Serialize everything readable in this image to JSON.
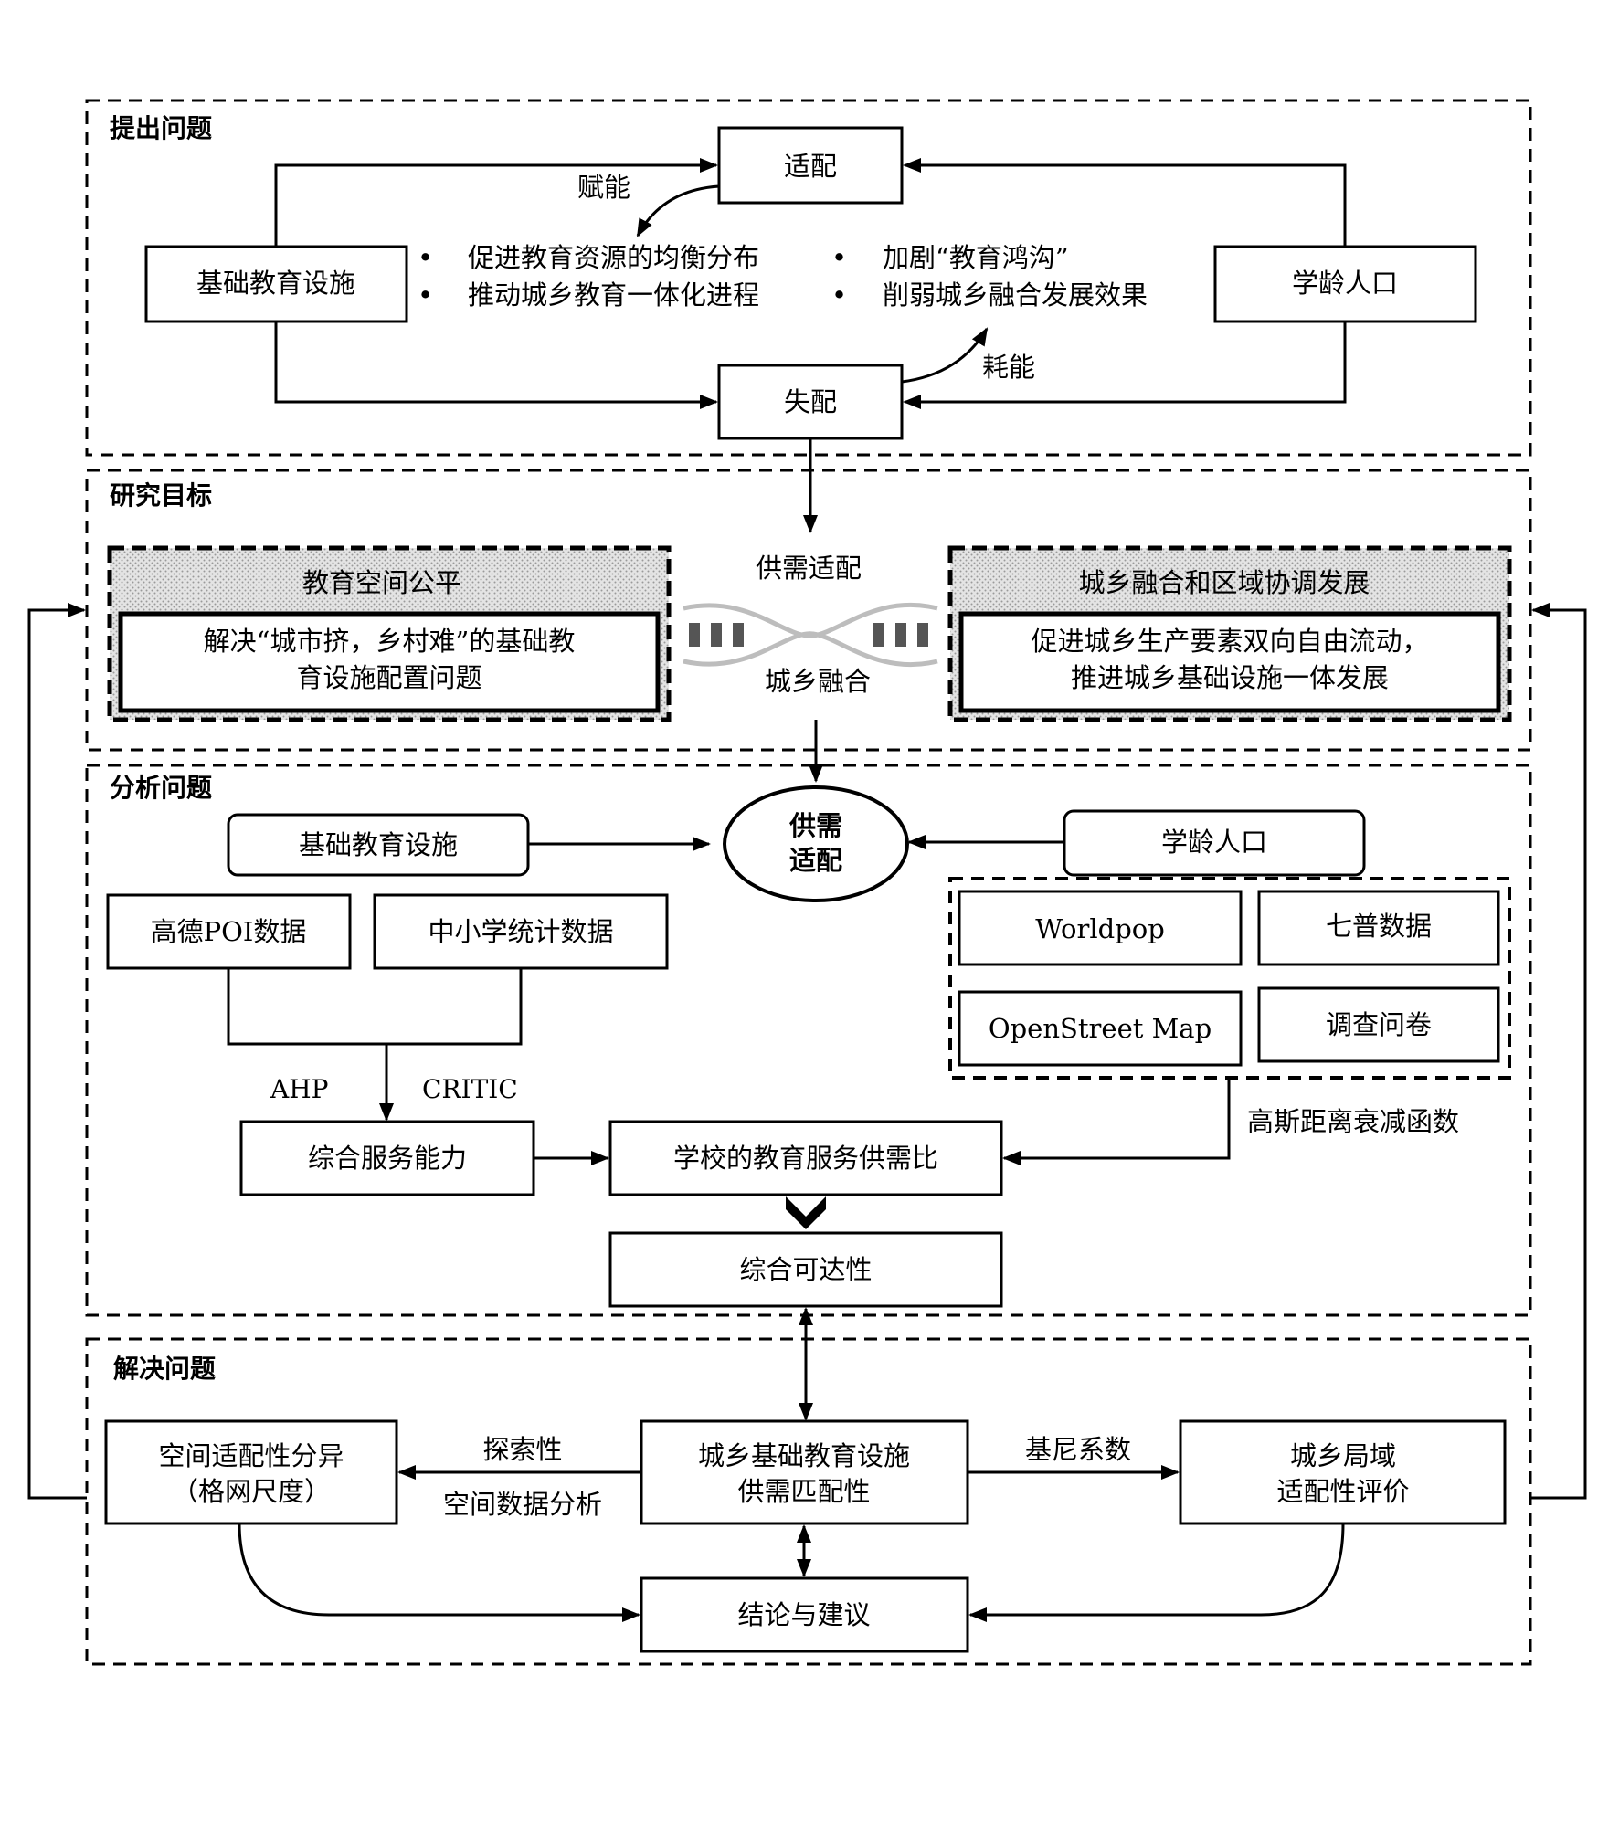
{
  "sections": {
    "s1": "提出问题",
    "s2": "研究目标",
    "s3": "分析问题",
    "s4": "解决问题"
  },
  "s1": {
    "match": "适配",
    "mismatch": "失配",
    "facility": "基础教育设施",
    "population": "学龄人口",
    "empower": "赋能",
    "consume": "耗能",
    "bullet": "•",
    "pos1": "促进教育资源的均衡分布",
    "pos2": "推动城乡教育一体化进程",
    "neg1": "加剧“教育鸿沟”",
    "neg2": "削弱城乡融合发展效果"
  },
  "s2": {
    "left_title": "教育空间公平",
    "left_body1": "解决“城市挤，乡村难”的基础教",
    "left_body2": "育设施配置问题",
    "right_title": "城乡融合和区域协调发展",
    "right_body1": "促进城乡生产要素双向自由流动，",
    "right_body2": "推进城乡基础设施一体发展",
    "center_top": "供需适配",
    "center_bottom": "城乡融合"
  },
  "s3": {
    "facility": "基础教育设施",
    "supply_demand_1": "供需",
    "supply_demand_2": "适配",
    "population": "学龄人口",
    "poi": "高德POI数据",
    "stats": "中小学统计数据",
    "worldpop": "Worldpop",
    "census": "七普数据",
    "osm": "OpenStreet Map",
    "survey": "调查问卷",
    "ahp": "AHP",
    "critic": "CRITIC",
    "capacity": "综合服务能力",
    "ratio": "学校的教育服务供需比",
    "gauss": "高斯距离衰减函数",
    "access": "综合可达性"
  },
  "s4": {
    "spatial_1": "空间适配性分异",
    "spatial_2": "（格网尺度）",
    "explore_1": "探索性",
    "explore_2": "空间数据分析",
    "center_1": "城乡基础教育设施",
    "center_2": "供需匹配性",
    "gini": "基尼系数",
    "eval_1": "城乡局域",
    "eval_2": "适配性评价",
    "conclusion": "结论与建议"
  }
}
